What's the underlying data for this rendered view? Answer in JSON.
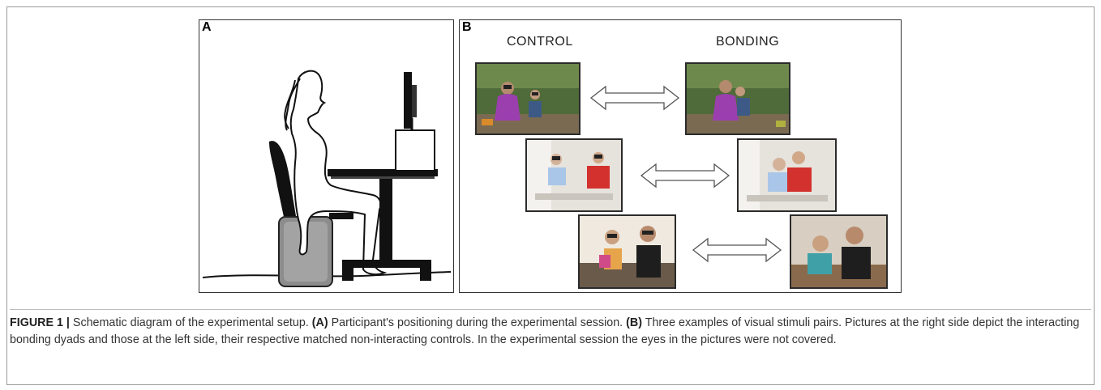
{
  "panel_a": {
    "letter": "A"
  },
  "panel_b": {
    "letter": "B",
    "control_heading": "CONTROL",
    "bonding_heading": "BONDING"
  },
  "caption": {
    "figure_label": "FIGURE 1 |",
    "intro": "Schematic diagram of the experimental setup.",
    "a_label": "(A)",
    "a_text": "Participant's positioning during the experimental session.",
    "b_label": "(B)",
    "b_text": "Three examples of visual stimuli pairs. Pictures at the right side depict the interacting bonding dyads and those at the left side, their respective matched non-interacting controls. In the experimental session the eyes in the pictures were not covered."
  }
}
